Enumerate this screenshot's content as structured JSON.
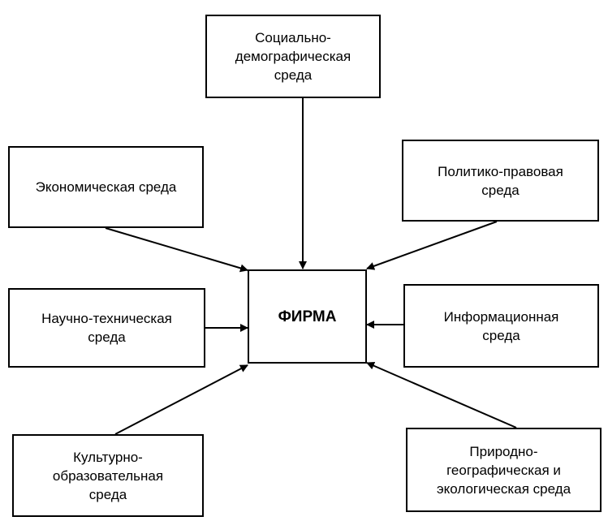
{
  "diagram": {
    "center": {
      "label": "ФИРМА"
    },
    "environments": [
      {
        "id": "social",
        "label": "Социально-\nдемографическая\nсреда"
      },
      {
        "id": "economic",
        "label": "Экономическая  среда"
      },
      {
        "id": "political",
        "label": "Политико-правовая\nсреда"
      },
      {
        "id": "scientific",
        "label": "Научно-техническая\nсреда"
      },
      {
        "id": "information",
        "label": "Информационная\nсреда"
      },
      {
        "id": "cultural",
        "label": "Культурно-\nобразовательная\nсреда"
      },
      {
        "id": "natural",
        "label": "Природно-\nгеографическая  и\nэкологическая  среда"
      }
    ]
  }
}
